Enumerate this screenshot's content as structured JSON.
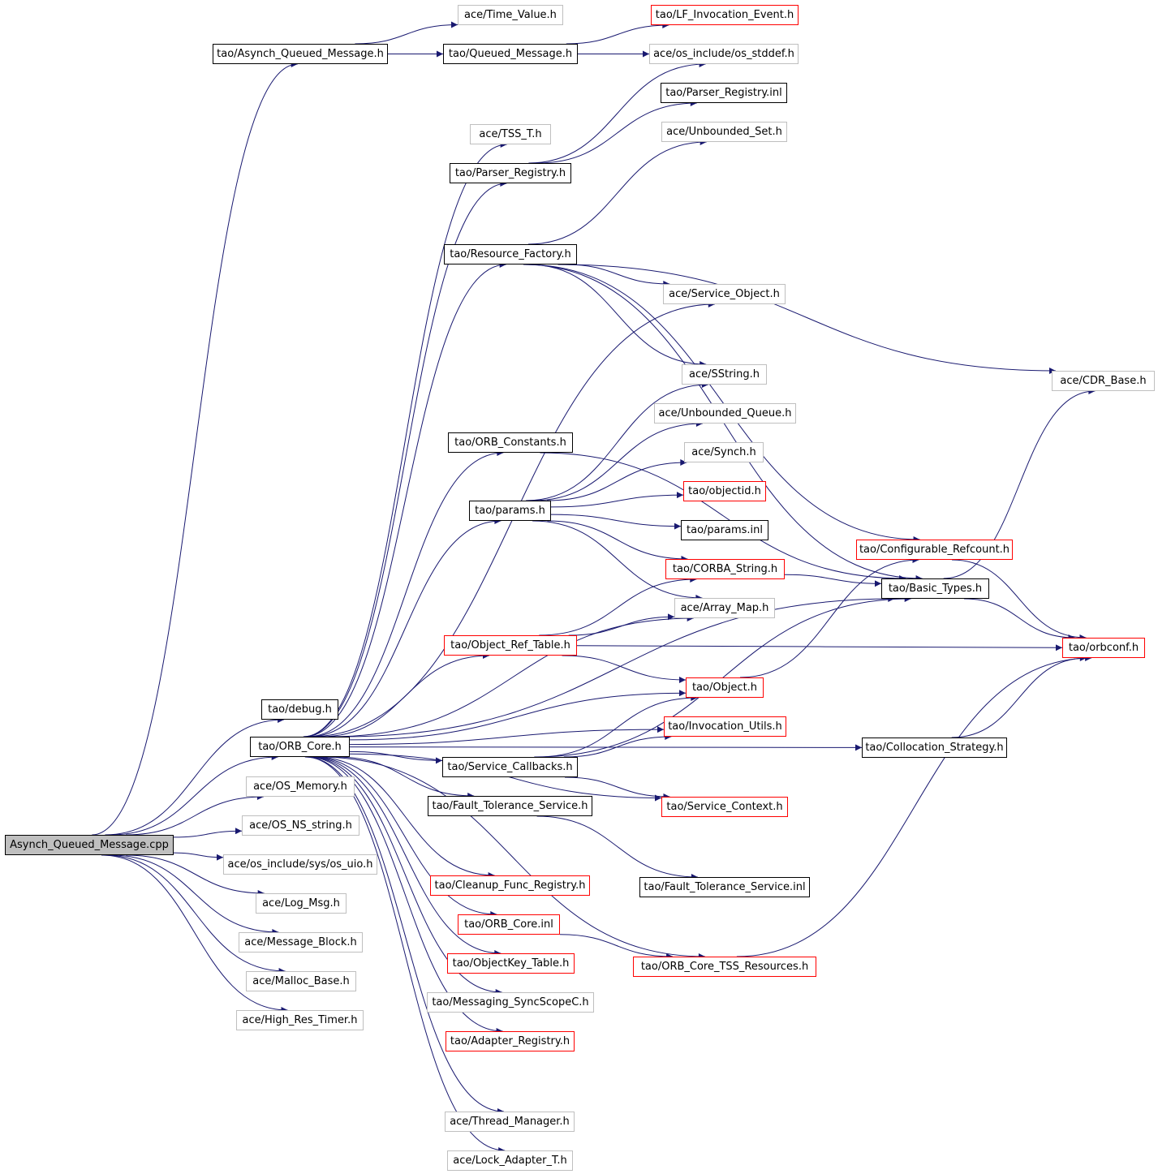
{
  "colors": {
    "edge": "#191970",
    "internal": "#000000",
    "external": "#bfbfbf",
    "truncated": "#ff0000",
    "root_fill": "#bfbfbf"
  },
  "nodes": {
    "root": "Asynch_Queued_Message.cpp",
    "asynch_h": "tao/Asynch_Queued_Message.h",
    "time_value": "ace/Time_Value.h",
    "queued_msg": "tao/Queued_Message.h",
    "lf_event": "tao/LF_Invocation_Event.h",
    "os_stddef": "ace/os_include/os_stddef.h",
    "parser_reg_inl": "tao/Parser_Registry.inl",
    "tss_t": "ace/TSS_T.h",
    "unbounded_set": "ace/Unbounded_Set.h",
    "parser_reg": "tao/Parser_Registry.h",
    "resource_factory": "tao/Resource_Factory.h",
    "service_object": "ace/Service_Object.h",
    "sstring": "ace/SString.h",
    "cdr_base": "ace/CDR_Base.h",
    "unbounded_queue": "ace/Unbounded_Queue.h",
    "orb_constants": "tao/ORB_Constants.h",
    "synch": "ace/Synch.h",
    "objectid": "tao/objectid.h",
    "params": "tao/params.h",
    "params_inl": "tao/params.inl",
    "config_refcount": "tao/Configurable_Refcount.h",
    "corba_string": "tao/CORBA_String.h",
    "basic_types": "tao/Basic_Types.h",
    "array_map": "ace/Array_Map.h",
    "object_ref_table": "tao/Object_Ref_Table.h",
    "orbconf": "tao/orbconf.h",
    "object_h": "tao/Object.h",
    "debug": "tao/debug.h",
    "orb_core": "tao/ORB_Core.h",
    "invocation_utils": "tao/Invocation_Utils.h",
    "collocation": "tao/Collocation_Strategy.h",
    "service_callbacks": "tao/Service_Callbacks.h",
    "os_memory": "ace/OS_Memory.h",
    "service_context": "tao/Service_Context.h",
    "fault_tolerance": "tao/Fault_Tolerance_Service.h",
    "os_ns_string": "ace/OS_NS_string.h",
    "os_uio": "ace/os_include/sys/os_uio.h",
    "cleanup_func": "tao/Cleanup_Func_Registry.h",
    "fault_tolerance_inl": "tao/Fault_Tolerance_Service.inl",
    "log_msg": "ace/Log_Msg.h",
    "orb_core_inl": "tao/ORB_Core.inl",
    "message_block": "ace/Message_Block.h",
    "objectkey_table": "tao/ObjectKey_Table.h",
    "orb_core_tss": "tao/ORB_Core_TSS_Resources.h",
    "malloc_base": "ace/Malloc_Base.h",
    "messaging_sync": "tao/Messaging_SyncScopeC.h",
    "high_res_timer": "ace/High_Res_Timer.h",
    "adapter_registry": "tao/Adapter_Registry.h",
    "thread_manager": "ace/Thread_Manager.h",
    "lock_adapter": "ace/Lock_Adapter_T.h"
  },
  "edges": [
    [
      "root",
      "asynch_h"
    ],
    [
      "root",
      "debug"
    ],
    [
      "root",
      "orb_core"
    ],
    [
      "root",
      "os_memory"
    ],
    [
      "root",
      "os_ns_string"
    ],
    [
      "root",
      "os_uio"
    ],
    [
      "root",
      "log_msg"
    ],
    [
      "root",
      "message_block"
    ],
    [
      "root",
      "malloc_base"
    ],
    [
      "root",
      "high_res_timer"
    ],
    [
      "asynch_h",
      "time_value"
    ],
    [
      "asynch_h",
      "queued_msg"
    ],
    [
      "queued_msg",
      "lf_event"
    ],
    [
      "queued_msg",
      "os_stddef"
    ],
    [
      "parser_reg",
      "os_stddef"
    ],
    [
      "parser_reg",
      "parser_reg_inl"
    ],
    [
      "resource_factory",
      "unbounded_set"
    ],
    [
      "resource_factory",
      "config_refcount"
    ],
    [
      "resource_factory",
      "cdr_base"
    ],
    [
      "resource_factory",
      "service_object"
    ],
    [
      "resource_factory",
      "sstring"
    ],
    [
      "resource_factory",
      "basic_types"
    ],
    [
      "orb_constants",
      "basic_types"
    ],
    [
      "params",
      "sstring"
    ],
    [
      "params",
      "unbounded_queue"
    ],
    [
      "params",
      "synch"
    ],
    [
      "params",
      "objectid"
    ],
    [
      "params",
      "params_inl"
    ],
    [
      "params",
      "corba_string"
    ],
    [
      "params",
      "array_map"
    ],
    [
      "config_refcount",
      "orbconf"
    ],
    [
      "corba_string",
      "basic_types"
    ],
    [
      "basic_types",
      "cdr_base"
    ],
    [
      "basic_types",
      "orbconf"
    ],
    [
      "object_ref_table",
      "corba_string"
    ],
    [
      "object_ref_table",
      "array_map"
    ],
    [
      "object_ref_table",
      "orbconf"
    ],
    [
      "object_ref_table",
      "object_h"
    ],
    [
      "object_h",
      "config_refcount"
    ],
    [
      "collocation",
      "orbconf"
    ],
    [
      "service_callbacks",
      "object_h"
    ],
    [
      "service_callbacks",
      "invocation_utils"
    ],
    [
      "service_callbacks",
      "service_context"
    ],
    [
      "service_callbacks",
      "basic_types"
    ],
    [
      "fault_tolerance",
      "fault_tolerance_inl"
    ],
    [
      "orb_core_inl",
      "orb_core_tss"
    ],
    [
      "orb_core_tss",
      "orbconf"
    ],
    [
      "orb_core",
      "tss_t"
    ],
    [
      "orb_core",
      "parser_reg"
    ],
    [
      "orb_core",
      "resource_factory"
    ],
    [
      "orb_core",
      "service_object"
    ],
    [
      "orb_core",
      "orb_constants"
    ],
    [
      "orb_core",
      "params"
    ],
    [
      "orb_core",
      "array_map"
    ],
    [
      "orb_core",
      "object_ref_table"
    ],
    [
      "orb_core",
      "object_h"
    ],
    [
      "orb_core",
      "invocation_utils"
    ],
    [
      "orb_core",
      "service_callbacks"
    ],
    [
      "orb_core",
      "service_context"
    ],
    [
      "orb_core",
      "fault_tolerance"
    ],
    [
      "orb_core",
      "basic_types"
    ],
    [
      "orb_core",
      "collocation"
    ],
    [
      "orb_core",
      "cleanup_func"
    ],
    [
      "orb_core",
      "orb_core_inl"
    ],
    [
      "orb_core",
      "objectkey_table"
    ],
    [
      "orb_core",
      "messaging_sync"
    ],
    [
      "orb_core",
      "adapter_registry"
    ],
    [
      "orb_core",
      "orb_core_tss"
    ],
    [
      "orb_core",
      "thread_manager"
    ],
    [
      "orb_core",
      "lock_adapter"
    ]
  ]
}
